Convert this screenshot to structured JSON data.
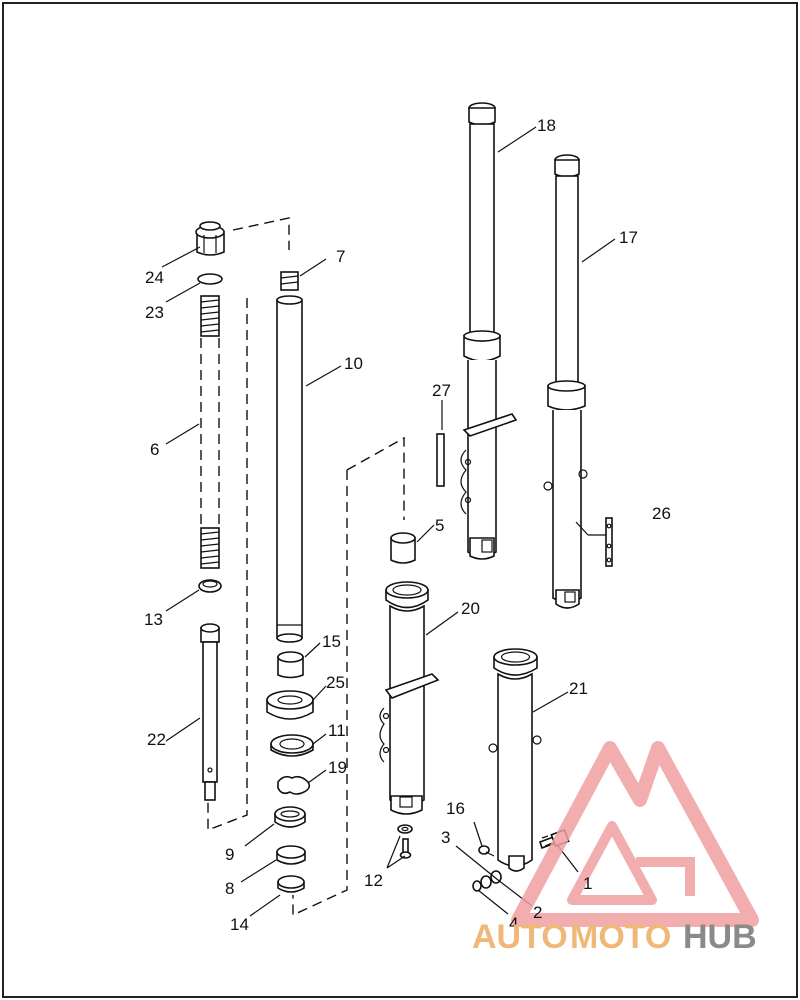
{
  "callouts": {
    "c1": "1",
    "c2": "2",
    "c3": "3",
    "c4": "4",
    "c5": "5",
    "c6": "6",
    "c7": "7",
    "c8": "8",
    "c9": "9",
    "c10": "10",
    "c11": "11",
    "c12": "12",
    "c13": "13",
    "c14": "14",
    "c15": "15",
    "c16": "16",
    "c17": "17",
    "c18": "18",
    "c19": "19",
    "c20": "20",
    "c21": "21",
    "c22": "22",
    "c23": "23",
    "c24": "24",
    "c25": "25",
    "c26": "26",
    "c27": "27"
  },
  "watermark": {
    "text_auto": "AUTO",
    "text_moto": "MOTO",
    "text_hub": "HUB",
    "color_triangle": "#f0a0a0",
    "color_accent": "#f0b878",
    "color_hub": "#8a8a8a"
  }
}
